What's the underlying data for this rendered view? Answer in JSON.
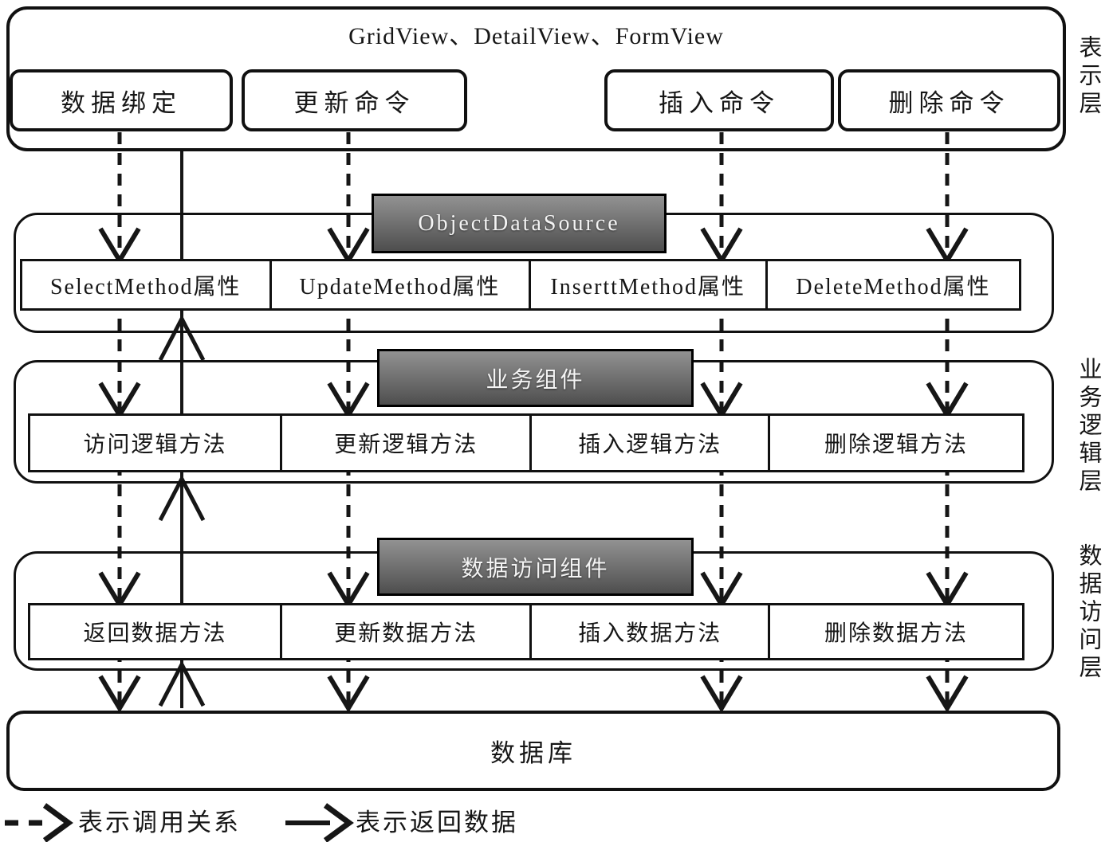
{
  "title": "GridView、DetailView、FormView",
  "presentation": {
    "side_label": "表示层",
    "boxes": [
      "数据绑定",
      "更新命令",
      "插入命令",
      "删除命令"
    ]
  },
  "ods": {
    "component": "ObjectDataSource",
    "cells": [
      "SelectMethod属性",
      "UpdateMethod属性",
      "InserttMethod属性",
      "DeleteMethod属性"
    ]
  },
  "business": {
    "side_label": "业务逻辑层",
    "component": "业务组件",
    "cells": [
      "访问逻辑方法",
      "更新逻辑方法",
      "插入逻辑方法",
      "删除逻辑方法"
    ]
  },
  "data_access": {
    "side_label": "数据访问层",
    "component": "数据访问组件",
    "cells": [
      "返回数据方法",
      "更新数据方法",
      "插入数据方法",
      "删除数据方法"
    ]
  },
  "database": {
    "label": "数据库"
  },
  "legend": {
    "dashed_label": "表示调用关系",
    "solid_label": "表示返回数据"
  },
  "colors": {
    "line": "#161616",
    "component_box_top": "#929292",
    "component_box_bottom": "#4e4e4e",
    "component_text": "#f4f4f4"
  }
}
